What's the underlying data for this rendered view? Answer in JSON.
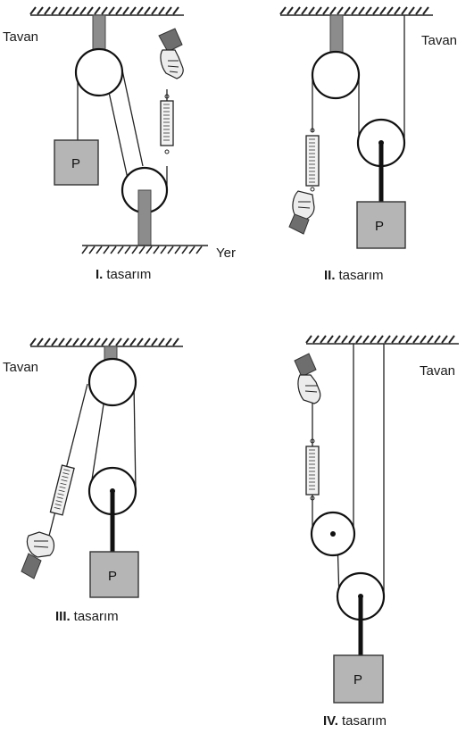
{
  "labels": {
    "ceiling": "Tavan",
    "ground": "Yer",
    "weight": "P"
  },
  "captions": [
    {
      "numeral": "I.",
      "word": "tasarım"
    },
    {
      "numeral": "II.",
      "word": "tasarım"
    },
    {
      "numeral": "III.",
      "word": "tasarım"
    },
    {
      "numeral": "IV.",
      "word": "tasarım"
    }
  ],
  "colors": {
    "mount": "#8c8c8c",
    "weight_box": "#b5b5b5",
    "rope": "#222222"
  }
}
